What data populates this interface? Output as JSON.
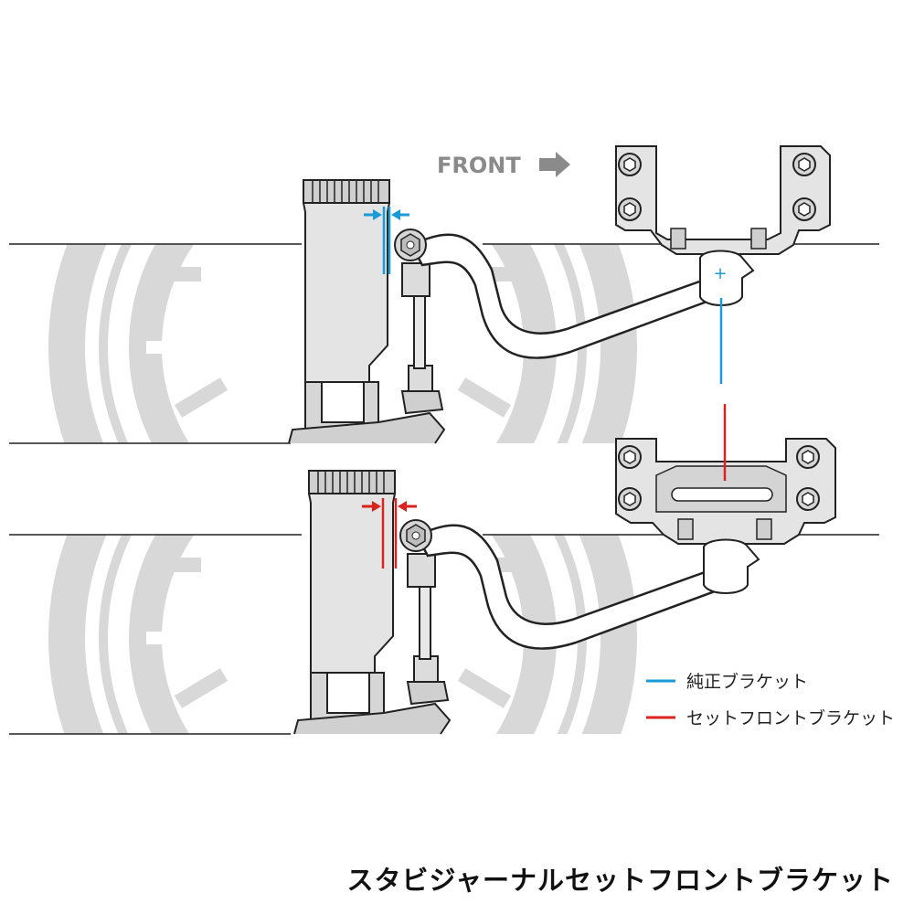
{
  "diagram": {
    "front_label": "FRONT",
    "legend": [
      {
        "label": "純正ブラケット",
        "color": "#1a9ad6"
      },
      {
        "label": "セットフロントブラケット",
        "color": "#d9231e"
      }
    ]
  },
  "title": "スタビジャーナルセットフロントブラケット",
  "colors": {
    "stock": "#1a9ad6",
    "set_front": "#d9231e",
    "wheel": "#d8d8d8",
    "part_fill": "#e4e4e4",
    "outline": "#222222"
  }
}
